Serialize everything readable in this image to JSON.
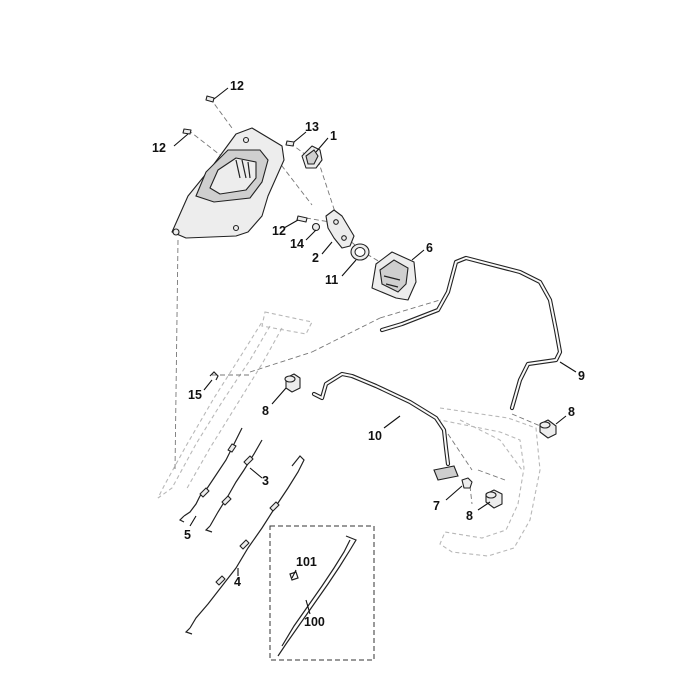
{
  "callouts": {
    "c1": "1",
    "c2": "2",
    "c3": "3",
    "c4": "4",
    "c5": "5",
    "c6": "6",
    "c7": "7",
    "c8a": "8",
    "c8b": "8",
    "c8c": "8",
    "c9": "9",
    "c10": "10",
    "c11": "11",
    "c12a": "12",
    "c12b": "12",
    "c12c": "12",
    "c13": "13",
    "c14": "14",
    "c15": "15",
    "c100": "100",
    "c101": "101"
  },
  "colors": {
    "line": "#222222",
    "ghost": "#b8b8b8",
    "background": "#ffffff"
  }
}
